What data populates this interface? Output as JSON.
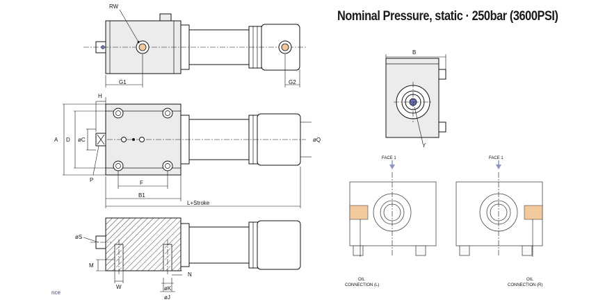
{
  "title": "Nominal Pressure, static · 250bar (3600PSI)",
  "labels": {
    "rw": "RW",
    "g1": "G1",
    "g2": "G2",
    "h": "H",
    "a": "A",
    "d": "D",
    "oc": "øC",
    "oq": "øQ",
    "p": "P",
    "f": "F",
    "b1": "B1",
    "l_stroke": "L+Stroke",
    "os": "øS",
    "m": "M",
    "w": "W",
    "n": "N",
    "ok": "øK",
    "oj": "øJ",
    "b": "B",
    "y": "Y",
    "face1_left": "FACE 1",
    "face1_right": "FACE 1",
    "oil_left_1": "OIL",
    "oil_left_2": "CONNECTION (L)",
    "oil_right_1": "OIL",
    "oil_right_2": "CONNECTION (R)",
    "footer": "nce"
  },
  "colors": {
    "port_orange": "#f2c99c",
    "port_blue": "#6b74b8",
    "face_arrow": "#8c93c7"
  }
}
